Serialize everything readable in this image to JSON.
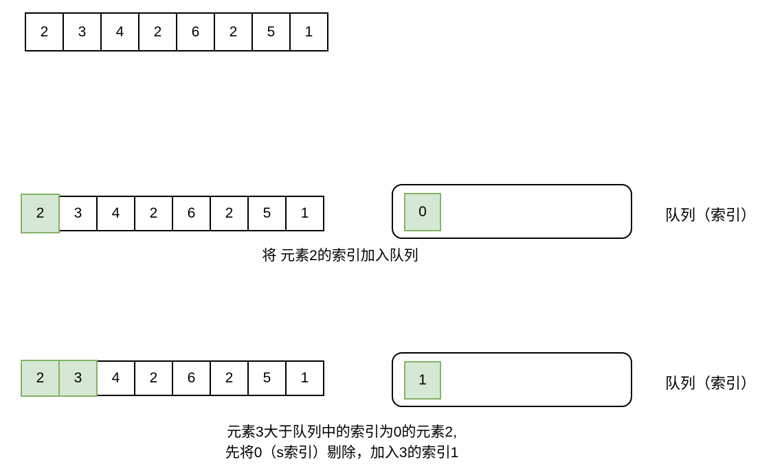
{
  "figure": {
    "title_semantic": "monotonic-queue-steps",
    "colors": {
      "background": "#ffffff",
      "cell_fill": "#ffffff",
      "cell_border": "#000000",
      "highlight_fill": "#d5e8d4",
      "highlight_border": "#82b366"
    },
    "steps": [
      {
        "array": [
          "2",
          "3",
          "4",
          "2",
          "6",
          "2",
          "5",
          "1"
        ],
        "highlighted_indices": []
      },
      {
        "array": [
          "2",
          "3",
          "4",
          "2",
          "6",
          "2",
          "5",
          "1"
        ],
        "highlighted_indices": [
          0
        ],
        "queue": [
          "0"
        ],
        "queue_label": "队列（索引）",
        "caption": "将 元素2的索引加入队列"
      },
      {
        "array": [
          "2",
          "3",
          "4",
          "2",
          "6",
          "2",
          "5",
          "1"
        ],
        "highlighted_indices": [
          0,
          1
        ],
        "queue": [
          "1"
        ],
        "queue_label": "队列（索引）",
        "caption_line1": "元素3大于队列中的索引为0的元素2,",
        "caption_line2": "先将0（s索引）剔除，加入3的索引1"
      }
    ]
  }
}
